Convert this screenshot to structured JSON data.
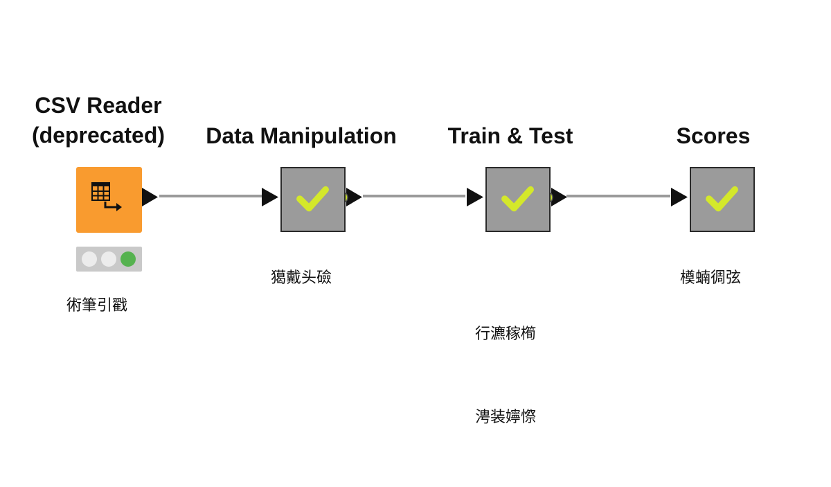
{
  "workflow": {
    "nodes": [
      {
        "id": "csv-reader",
        "title_line1": "CSV Reader",
        "title_line2": "(deprecated)",
        "annotation": "術筆引戳",
        "state": "executed",
        "status_lights": [
          "off",
          "off",
          "green"
        ],
        "icon": "table-export-icon",
        "color": "#F99B2F"
      },
      {
        "id": "data-manipulation",
        "title": "Data Manipulation",
        "annotation": "獦戴头礆",
        "icon": "checkmark-icon",
        "color": "#9B9B9B"
      },
      {
        "id": "train-test",
        "title": "Train & Test",
        "annotation_line1": "行瀌稼橁",
        "annotation_line2": "涄装嬣憏",
        "icon": "checkmark-icon",
        "color": "#9B9B9B"
      },
      {
        "id": "scores",
        "title": "Scores",
        "annotation": "橂蝻徟弦",
        "icon": "checkmark-icon",
        "color": "#9B9B9B"
      }
    ],
    "connection_color": "#9A9A9A",
    "check_color": "#D4E82B",
    "port_color": "#C7DE2D"
  }
}
